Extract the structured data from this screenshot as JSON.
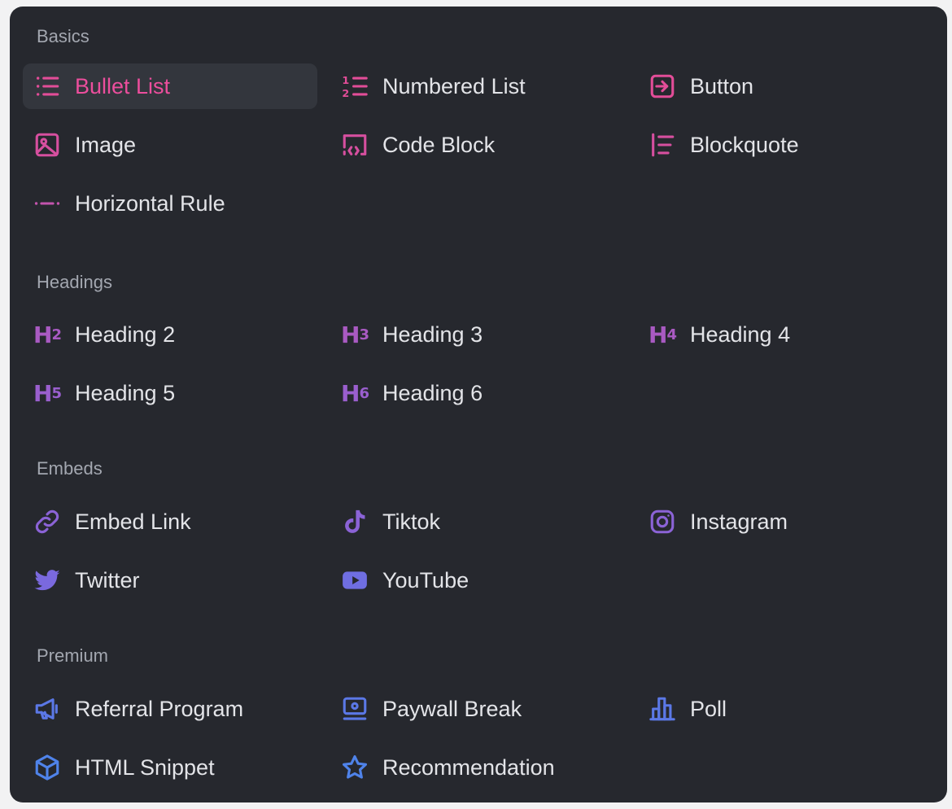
{
  "sections": [
    {
      "title": "Basics",
      "items": [
        {
          "label": "Bullet List",
          "icon": "bullet-list-icon",
          "color": "#e24d98",
          "active": true
        },
        {
          "label": "Numbered List",
          "icon": "numbered-list-icon",
          "color": "#e24d98"
        },
        {
          "label": "Button",
          "icon": "button-icon",
          "color": "#e24d98"
        },
        {
          "label": "Image",
          "icon": "image-icon",
          "color": "#d64f9f"
        },
        {
          "label": "Code Block",
          "icon": "code-block-icon",
          "color": "#d64f9f"
        },
        {
          "label": "Blockquote",
          "icon": "blockquote-icon",
          "color": "#d64f9f"
        },
        {
          "label": "Horizontal Rule",
          "icon": "horizontal-rule-icon",
          "color": "#c354ad"
        }
      ]
    },
    {
      "title": "Headings",
      "items": [
        {
          "label": "Heading 2",
          "icon": "heading-2-icon",
          "color": "#a95ac2"
        },
        {
          "label": "Heading 3",
          "icon": "heading-3-icon",
          "color": "#a95ac2"
        },
        {
          "label": "Heading 4",
          "icon": "heading-4-icon",
          "color": "#a95ac2"
        },
        {
          "label": "Heading 5",
          "icon": "heading-5-icon",
          "color": "#9a5fce"
        },
        {
          "label": "Heading 6",
          "icon": "heading-6-icon",
          "color": "#9a5fce"
        }
      ]
    },
    {
      "title": "Embeds",
      "items": [
        {
          "label": "Embed Link",
          "icon": "link-icon",
          "color": "#8b63d6"
        },
        {
          "label": "Tiktok",
          "icon": "tiktok-icon",
          "color": "#8b63d6"
        },
        {
          "label": "Instagram",
          "icon": "instagram-icon",
          "color": "#8b63d6"
        },
        {
          "label": "Twitter",
          "icon": "twitter-icon",
          "color": "#7a69de"
        },
        {
          "label": "YouTube",
          "icon": "youtube-icon",
          "color": "#6f6ee2"
        }
      ]
    },
    {
      "title": "Premium",
      "items": [
        {
          "label": "Referral Program",
          "icon": "megaphone-icon",
          "color": "#5b78e6"
        },
        {
          "label": "Paywall Break",
          "icon": "paywall-icon",
          "color": "#5b78e6"
        },
        {
          "label": "Poll",
          "icon": "poll-icon",
          "color": "#5b78e6"
        },
        {
          "label": "HTML Snippet",
          "icon": "cube-icon",
          "color": "#4f83ea"
        },
        {
          "label": "Recommendation",
          "icon": "star-icon",
          "color": "#4f83ea"
        }
      ]
    }
  ]
}
